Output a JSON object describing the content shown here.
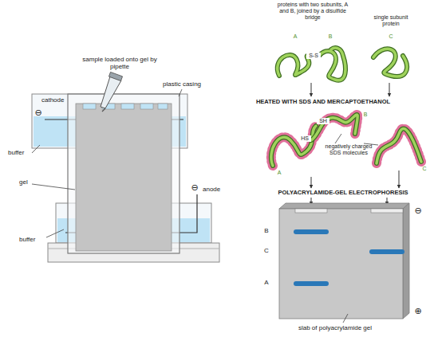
{
  "diagram": {
    "labels": [
      "sample loaded onto gel by pipette",
      "cathode",
      "⊖",
      "plastic casing",
      "buffer",
      "gel",
      "⊖",
      "anode",
      "buffer",
      "proteins with two subunits, A and B, joined by a disulfide bridge",
      "single subunit protein",
      "A",
      "B",
      "C",
      "S-S",
      "HEATED WITH SDS AND MERCAPTOETHANOL",
      "SH",
      "HS",
      "negatively charged SDS molecules",
      "A",
      "B",
      "C",
      "POLYACRYLAMIDE-GEL ELECTROPHORESIS",
      "B",
      "C",
      "A",
      "⊖",
      "⊕",
      "slab of polyacrylamide gel"
    ]
  }
}
